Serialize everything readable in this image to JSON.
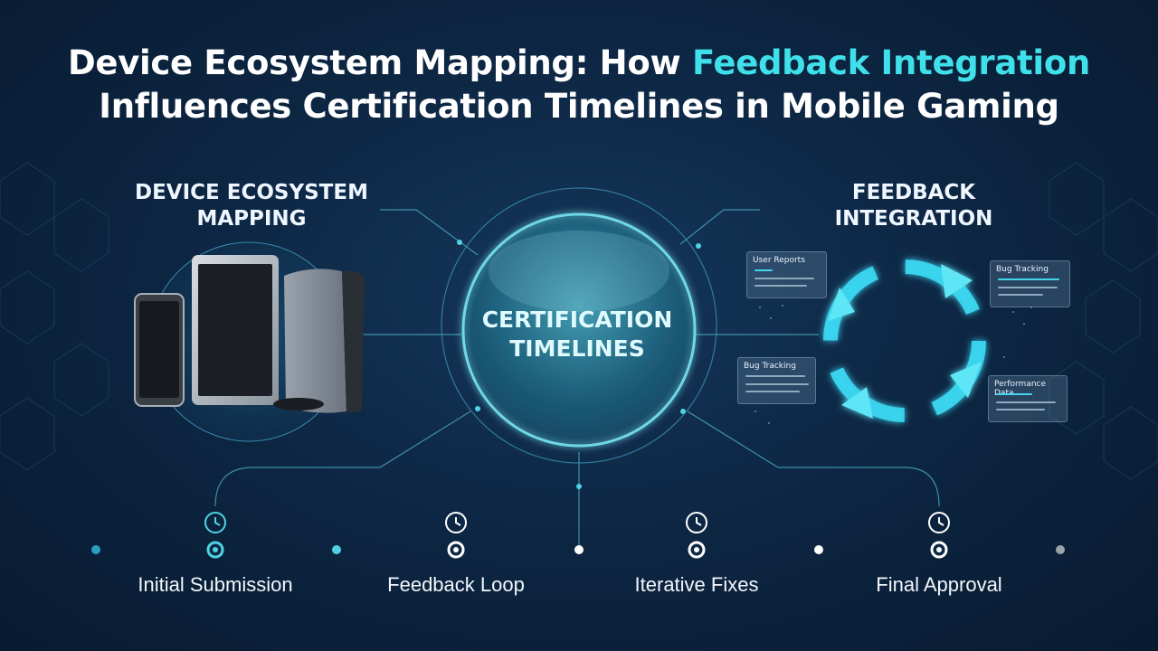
{
  "title": {
    "line1_prefix": "Device Ecosystem Mapping: How ",
    "line1_accent": "Feedback Integration",
    "line2": "Influences Certification Timelines in Mobile Gaming"
  },
  "left_section": {
    "line1": "DEVICE ECOSYSTEM",
    "line2": "MAPPING"
  },
  "center": {
    "line1": "CERTIFICATION",
    "line2": "TIMELINES"
  },
  "right_section": {
    "line1": "FEEDBACK",
    "line2": "INTEGRATION"
  },
  "cards": {
    "user_reports": "User Reports",
    "bug_tracking_top": "Bug Tracking",
    "bug_tracking_left": "Bug Tracking",
    "performance_data": "Performance Data"
  },
  "timeline": {
    "stages": [
      "Initial Submission",
      "Feedback Loop",
      "Iterative Fixes",
      "Final Approval"
    ]
  },
  "colors": {
    "accent": "#3fe0ea",
    "background": "#0d2744",
    "timeline_active": "#2fb7cf",
    "timeline_inactive": "#b9bfc6"
  },
  "icons": [
    "clock-icon",
    "smartphone-icon",
    "tablet-icon",
    "console-icon",
    "cycle-arrows-icon"
  ]
}
